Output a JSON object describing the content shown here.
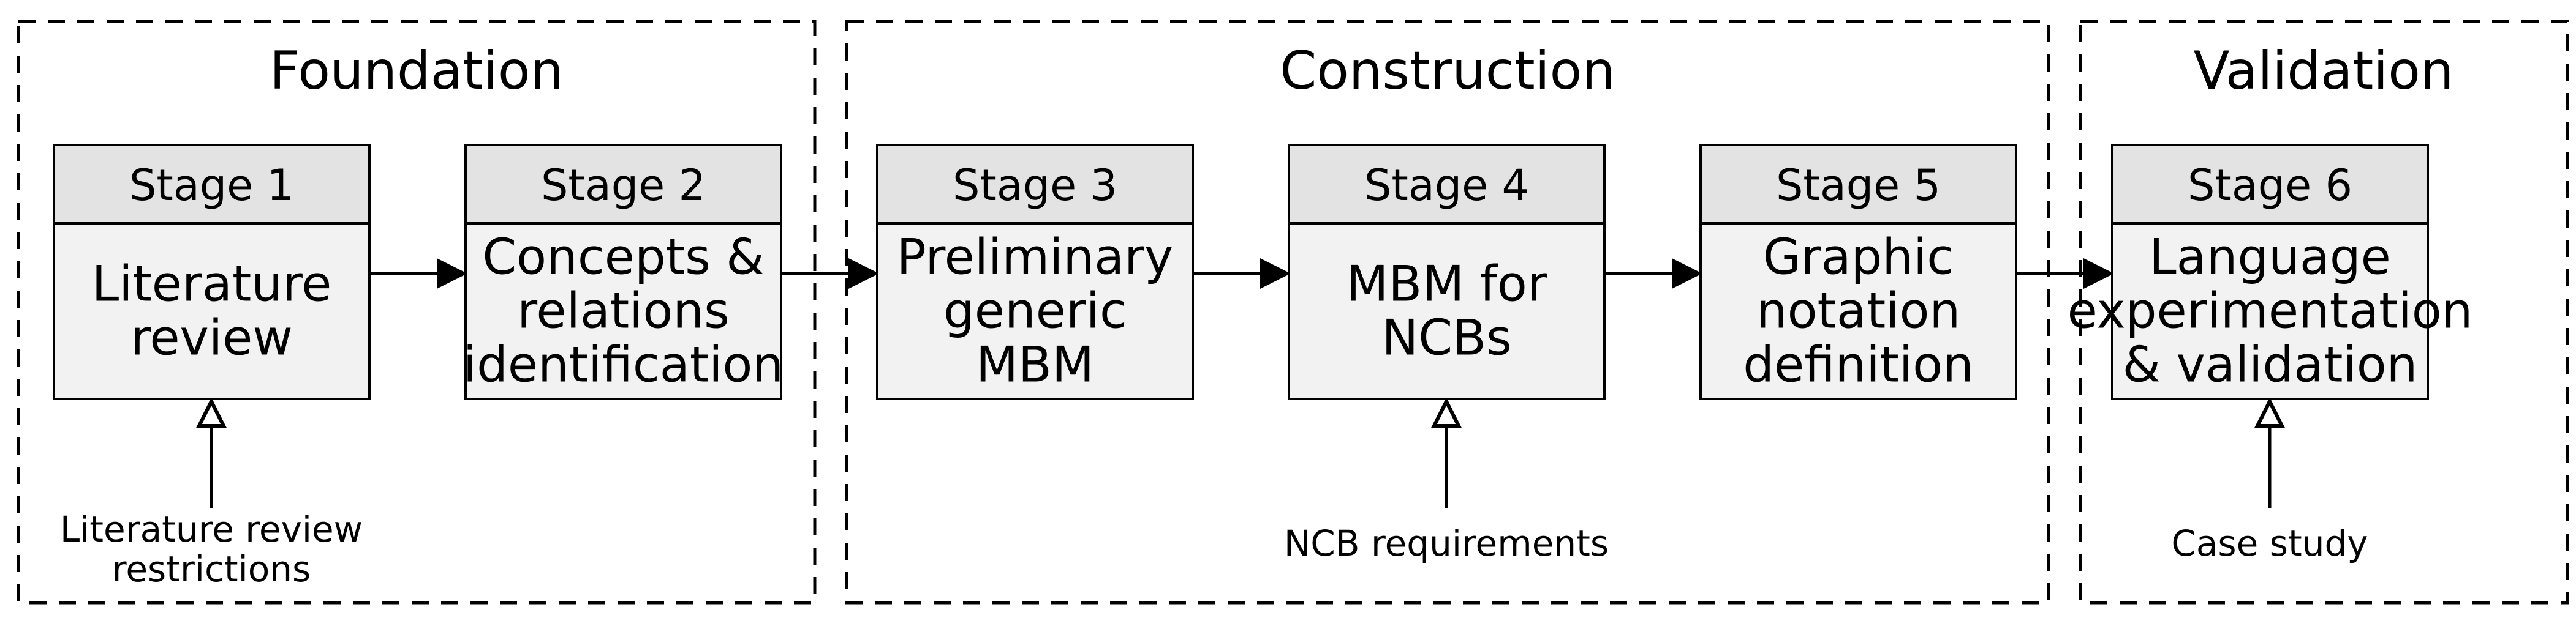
{
  "phases": [
    {
      "id": "foundation",
      "title": "Foundation"
    },
    {
      "id": "construction",
      "title": "Construction"
    },
    {
      "id": "validation",
      "title": "Validation"
    }
  ],
  "stages": [
    {
      "id": "stage1",
      "header": "Stage 1",
      "lines": [
        "Literature",
        "review"
      ]
    },
    {
      "id": "stage2",
      "header": "Stage 2",
      "lines": [
        "Concepts &",
        "relations",
        "identification"
      ]
    },
    {
      "id": "stage3",
      "header": "Stage 3",
      "lines": [
        "Preliminary",
        "generic",
        "MBM"
      ]
    },
    {
      "id": "stage4",
      "header": "Stage 4",
      "lines": [
        "MBM for",
        "NCBs"
      ]
    },
    {
      "id": "stage5",
      "header": "Stage 5",
      "lines": [
        "Graphic",
        "notation",
        "definition"
      ]
    },
    {
      "id": "stage6",
      "header": "Stage 6",
      "lines": [
        "Language",
        "experimentation",
        "& validation"
      ]
    }
  ],
  "inputs": [
    {
      "stage": "stage1",
      "lines": [
        "Literature review",
        "restrictions"
      ]
    },
    {
      "stage": "stage4",
      "lines": [
        "NCB requirements"
      ]
    },
    {
      "stage": "stage6",
      "lines": [
        "Case study"
      ]
    }
  ]
}
